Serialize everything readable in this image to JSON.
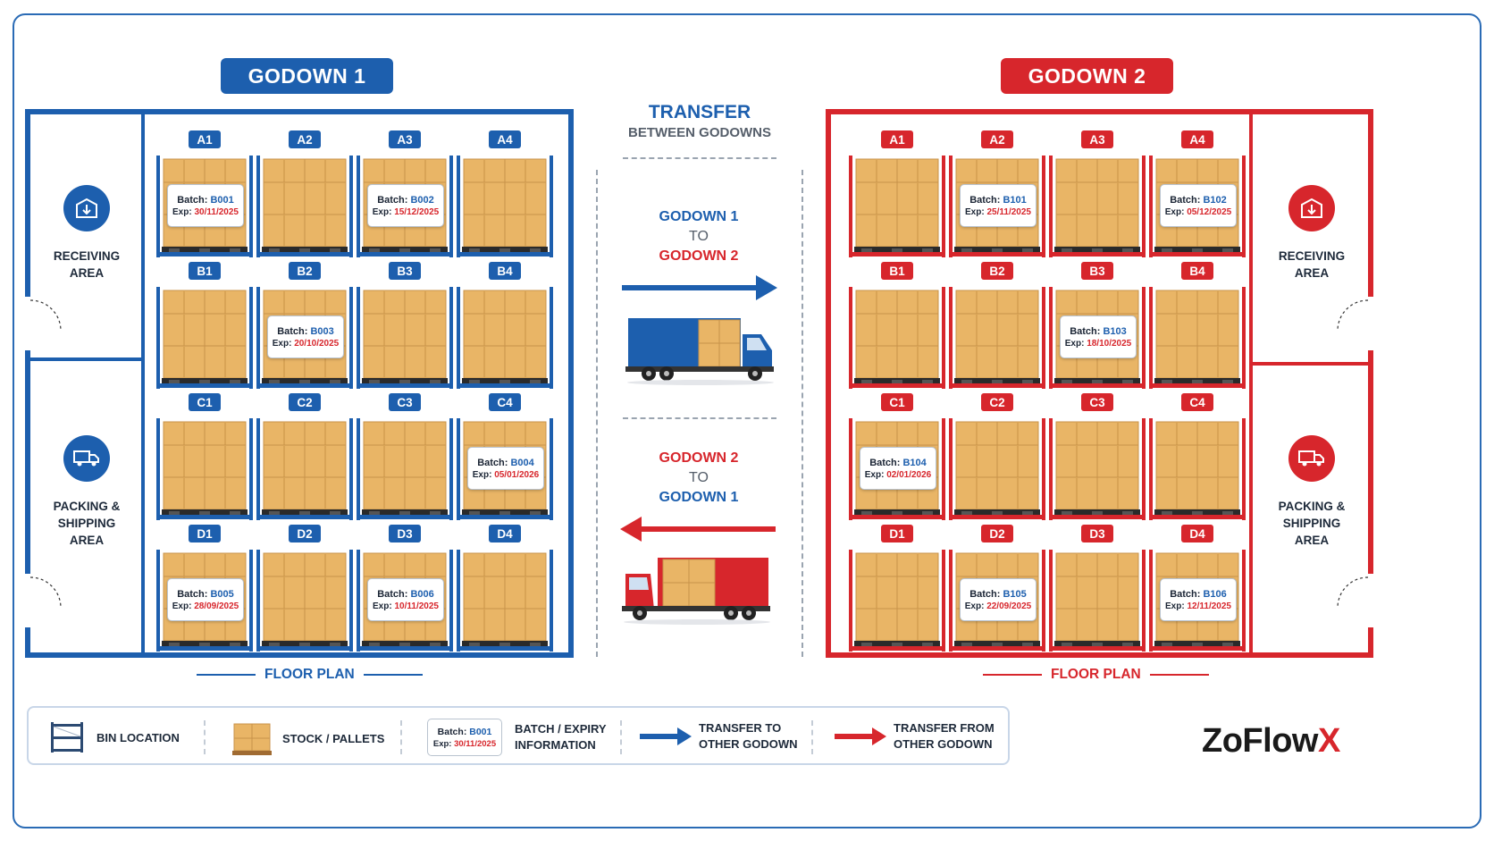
{
  "colors": {
    "g1": "#1d5fae",
    "g2": "#d7262c",
    "box": "#e9b566",
    "dark": "#1e2a3a"
  },
  "godown1": {
    "title": "GODOWN 1",
    "zones": [
      {
        "label": "RECEIVING\nAREA",
        "icon": "box-icon"
      },
      {
        "label": "PACKING &\nSHIPPING\nAREA",
        "icon": "truck-icon"
      }
    ],
    "floor_plan": "FLOOR PLAN",
    "bins": [
      {
        "id": "A1",
        "batch": "B001",
        "exp": "30/11/2025"
      },
      {
        "id": "A2"
      },
      {
        "id": "A3",
        "batch": "B002",
        "exp": "15/12/2025"
      },
      {
        "id": "A4"
      },
      {
        "id": "B1"
      },
      {
        "id": "B2",
        "batch": "B003",
        "exp": "20/10/2025"
      },
      {
        "id": "B3"
      },
      {
        "id": "B4"
      },
      {
        "id": "C1"
      },
      {
        "id": "C2"
      },
      {
        "id": "C3"
      },
      {
        "id": "C4",
        "batch": "B004",
        "exp": "05/01/2026"
      },
      {
        "id": "D1",
        "batch": "B005",
        "exp": "28/09/2025"
      },
      {
        "id": "D2"
      },
      {
        "id": "D3",
        "batch": "B006",
        "exp": "10/11/2025"
      },
      {
        "id": "D4"
      }
    ]
  },
  "godown2": {
    "title": "GODOWN 2",
    "zones": [
      {
        "label": "RECEIVING\nAREA",
        "icon": "box-icon"
      },
      {
        "label": "PACKING &\nSHIPPING\nAREA",
        "icon": "truck-icon"
      }
    ],
    "floor_plan": "FLOOR PLAN",
    "bins": [
      {
        "id": "A1"
      },
      {
        "id": "A2",
        "batch": "B101",
        "exp": "25/11/2025"
      },
      {
        "id": "A3"
      },
      {
        "id": "A4",
        "batch": "B102",
        "exp": "05/12/2025"
      },
      {
        "id": "B1"
      },
      {
        "id": "B2"
      },
      {
        "id": "B3",
        "batch": "B103",
        "exp": "18/10/2025"
      },
      {
        "id": "B4"
      },
      {
        "id": "C1",
        "batch": "B104",
        "exp": "02/01/2026"
      },
      {
        "id": "C2"
      },
      {
        "id": "C3"
      },
      {
        "id": "C4"
      },
      {
        "id": "D1"
      },
      {
        "id": "D2",
        "batch": "B105",
        "exp": "22/09/2025"
      },
      {
        "id": "D3"
      },
      {
        "id": "D4",
        "batch": "B106",
        "exp": "12/11/2025"
      }
    ]
  },
  "transfer": {
    "title": "TRANSFER",
    "subtitle": "BETWEEN GODOWNS",
    "to_word": "TO",
    "from_g1": "GODOWN 1",
    "to_g2": "GODOWN 2",
    "from_g2": "GODOWN 2",
    "to_g1": "GODOWN 1"
  },
  "batch_prefix": "Batch: ",
  "exp_prefix": "Exp: ",
  "legend": {
    "bin_location": "BIN LOCATION",
    "stock": "STOCK / PALLETS",
    "sample_batch": "B001",
    "sample_exp": "30/11/2025",
    "batch_info_1": "BATCH / EXPIRY",
    "batch_info_2": "INFORMATION",
    "to_other_1": "TRANSFER TO",
    "to_other_2": "OTHER GODOWN",
    "from_other_1": "TRANSFER FROM",
    "from_other_2": "OTHER GODOWN"
  },
  "logo": {
    "main": "ZoFlow",
    "accent": "X"
  }
}
